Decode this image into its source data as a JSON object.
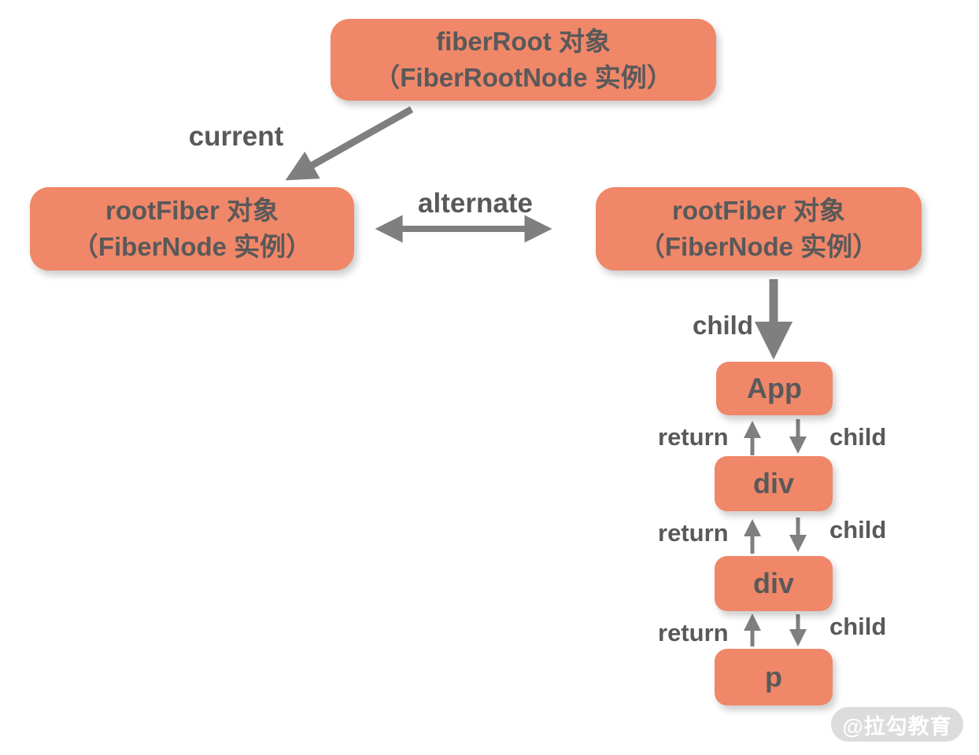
{
  "nodes": {
    "fiberRoot": {
      "line1": "fiberRoot 对象",
      "line2": "（FiberRootNode 实例）"
    },
    "rootFiberLeft": {
      "line1": "rootFiber 对象",
      "line2": "（FiberNode 实例）"
    },
    "rootFiberRight": {
      "line1": "rootFiber 对象",
      "line2": "（FiberNode 实例）"
    },
    "app": {
      "label": "App"
    },
    "div1": {
      "label": "div"
    },
    "div2": {
      "label": "div"
    },
    "p": {
      "label": "p"
    }
  },
  "labels": {
    "current": "current",
    "alternate": "alternate",
    "childRoot": "child",
    "pair1": {
      "return": "return",
      "child": "child"
    },
    "pair2": {
      "return": "return",
      "child": "child"
    },
    "pair3": {
      "return": "return",
      "child": "child"
    }
  },
  "watermark": {
    "text": "@拉勾教育"
  },
  "colors": {
    "canvas_bg": "#ffffff",
    "box_fill": "#F08769",
    "box_text": "#595959",
    "label_text": "#595959",
    "arrow": "#7f7f7f",
    "watermark_bg": "#DCDCDC",
    "watermark_text": "#ffffff"
  }
}
